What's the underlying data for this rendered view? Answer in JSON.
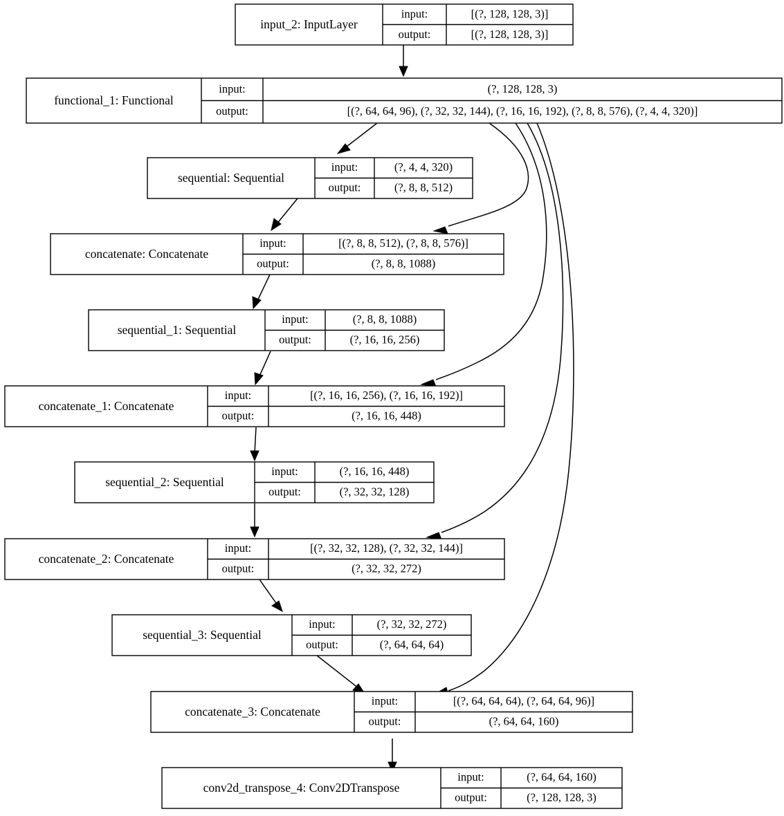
{
  "diagram": {
    "kind": "keras-model-plot",
    "title": "",
    "background_color": "#ffffff",
    "line_color": "#000000",
    "io_label_input": "input:",
    "io_label_output": "output:"
  },
  "nodes": [
    {
      "id": "input_2",
      "name": "input_2: InputLayer",
      "input_label": "input:",
      "output_label": "output:",
      "input_shape": "[(?, 128, 128, 3)]",
      "output_shape": "[(?, 128, 128, 3)]"
    },
    {
      "id": "functional_1",
      "name": "functional_1: Functional",
      "input_label": "input:",
      "output_label": "output:",
      "input_shape": "(?, 128, 128, 3)",
      "output_shape": "[(?, 64, 64, 96), (?, 32, 32, 144), (?, 16, 16, 192), (?, 8, 8, 576), (?, 4, 4, 320)]"
    },
    {
      "id": "sequential",
      "name": "sequential: Sequential",
      "input_label": "input:",
      "output_label": "output:",
      "input_shape": "(?, 4, 4, 320)",
      "output_shape": "(?, 8, 8, 512)"
    },
    {
      "id": "concatenate",
      "name": "concatenate: Concatenate",
      "input_label": "input:",
      "output_label": "output:",
      "input_shape": "[(?, 8, 8, 512), (?, 8, 8, 576)]",
      "output_shape": "(?, 8, 8, 1088)"
    },
    {
      "id": "sequential_1",
      "name": "sequential_1: Sequential",
      "input_label": "input:",
      "output_label": "output:",
      "input_shape": "(?, 8, 8, 1088)",
      "output_shape": "(?, 16, 16, 256)"
    },
    {
      "id": "concatenate_1",
      "name": "concatenate_1: Concatenate",
      "input_label": "input:",
      "output_label": "output:",
      "input_shape": "[(?, 16, 16, 256), (?, 16, 16, 192)]",
      "output_shape": "(?, 16, 16, 448)"
    },
    {
      "id": "sequential_2",
      "name": "sequential_2: Sequential",
      "input_label": "input:",
      "output_label": "output:",
      "input_shape": "(?, 16, 16, 448)",
      "output_shape": "(?, 32, 32, 128)"
    },
    {
      "id": "concatenate_2",
      "name": "concatenate_2: Concatenate",
      "input_label": "input:",
      "output_label": "output:",
      "input_shape": "[(?, 32, 32, 128), (?, 32, 32, 144)]",
      "output_shape": "(?, 32, 32, 272)"
    },
    {
      "id": "sequential_3",
      "name": "sequential_3: Sequential",
      "input_label": "input:",
      "output_label": "output:",
      "input_shape": "(?, 32, 32, 272)",
      "output_shape": "(?, 64, 64, 64)"
    },
    {
      "id": "concatenate_3",
      "name": "concatenate_3: Concatenate",
      "input_label": "input:",
      "output_label": "output:",
      "input_shape": "[(?, 64, 64, 64), (?, 64, 64, 96)]",
      "output_shape": "(?, 64, 64, 160)"
    },
    {
      "id": "conv2d_transpose_4",
      "name": "conv2d_transpose_4: Conv2DTranspose",
      "input_label": "input:",
      "output_label": "output:",
      "input_shape": "(?, 64, 64, 160)",
      "output_shape": "(?, 128, 128, 3)"
    }
  ],
  "edges": [
    {
      "from": "input_2",
      "to": "functional_1"
    },
    {
      "from": "functional_1",
      "to": "sequential"
    },
    {
      "from": "functional_1",
      "to": "concatenate"
    },
    {
      "from": "sequential",
      "to": "concatenate"
    },
    {
      "from": "concatenate",
      "to": "sequential_1"
    },
    {
      "from": "functional_1",
      "to": "concatenate_1"
    },
    {
      "from": "sequential_1",
      "to": "concatenate_1"
    },
    {
      "from": "concatenate_1",
      "to": "sequential_2"
    },
    {
      "from": "functional_1",
      "to": "concatenate_2"
    },
    {
      "from": "sequential_2",
      "to": "concatenate_2"
    },
    {
      "from": "concatenate_2",
      "to": "sequential_3"
    },
    {
      "from": "functional_1",
      "to": "concatenate_3"
    },
    {
      "from": "sequential_3",
      "to": "concatenate_3"
    },
    {
      "from": "concatenate_3",
      "to": "conv2d_transpose_4"
    }
  ]
}
